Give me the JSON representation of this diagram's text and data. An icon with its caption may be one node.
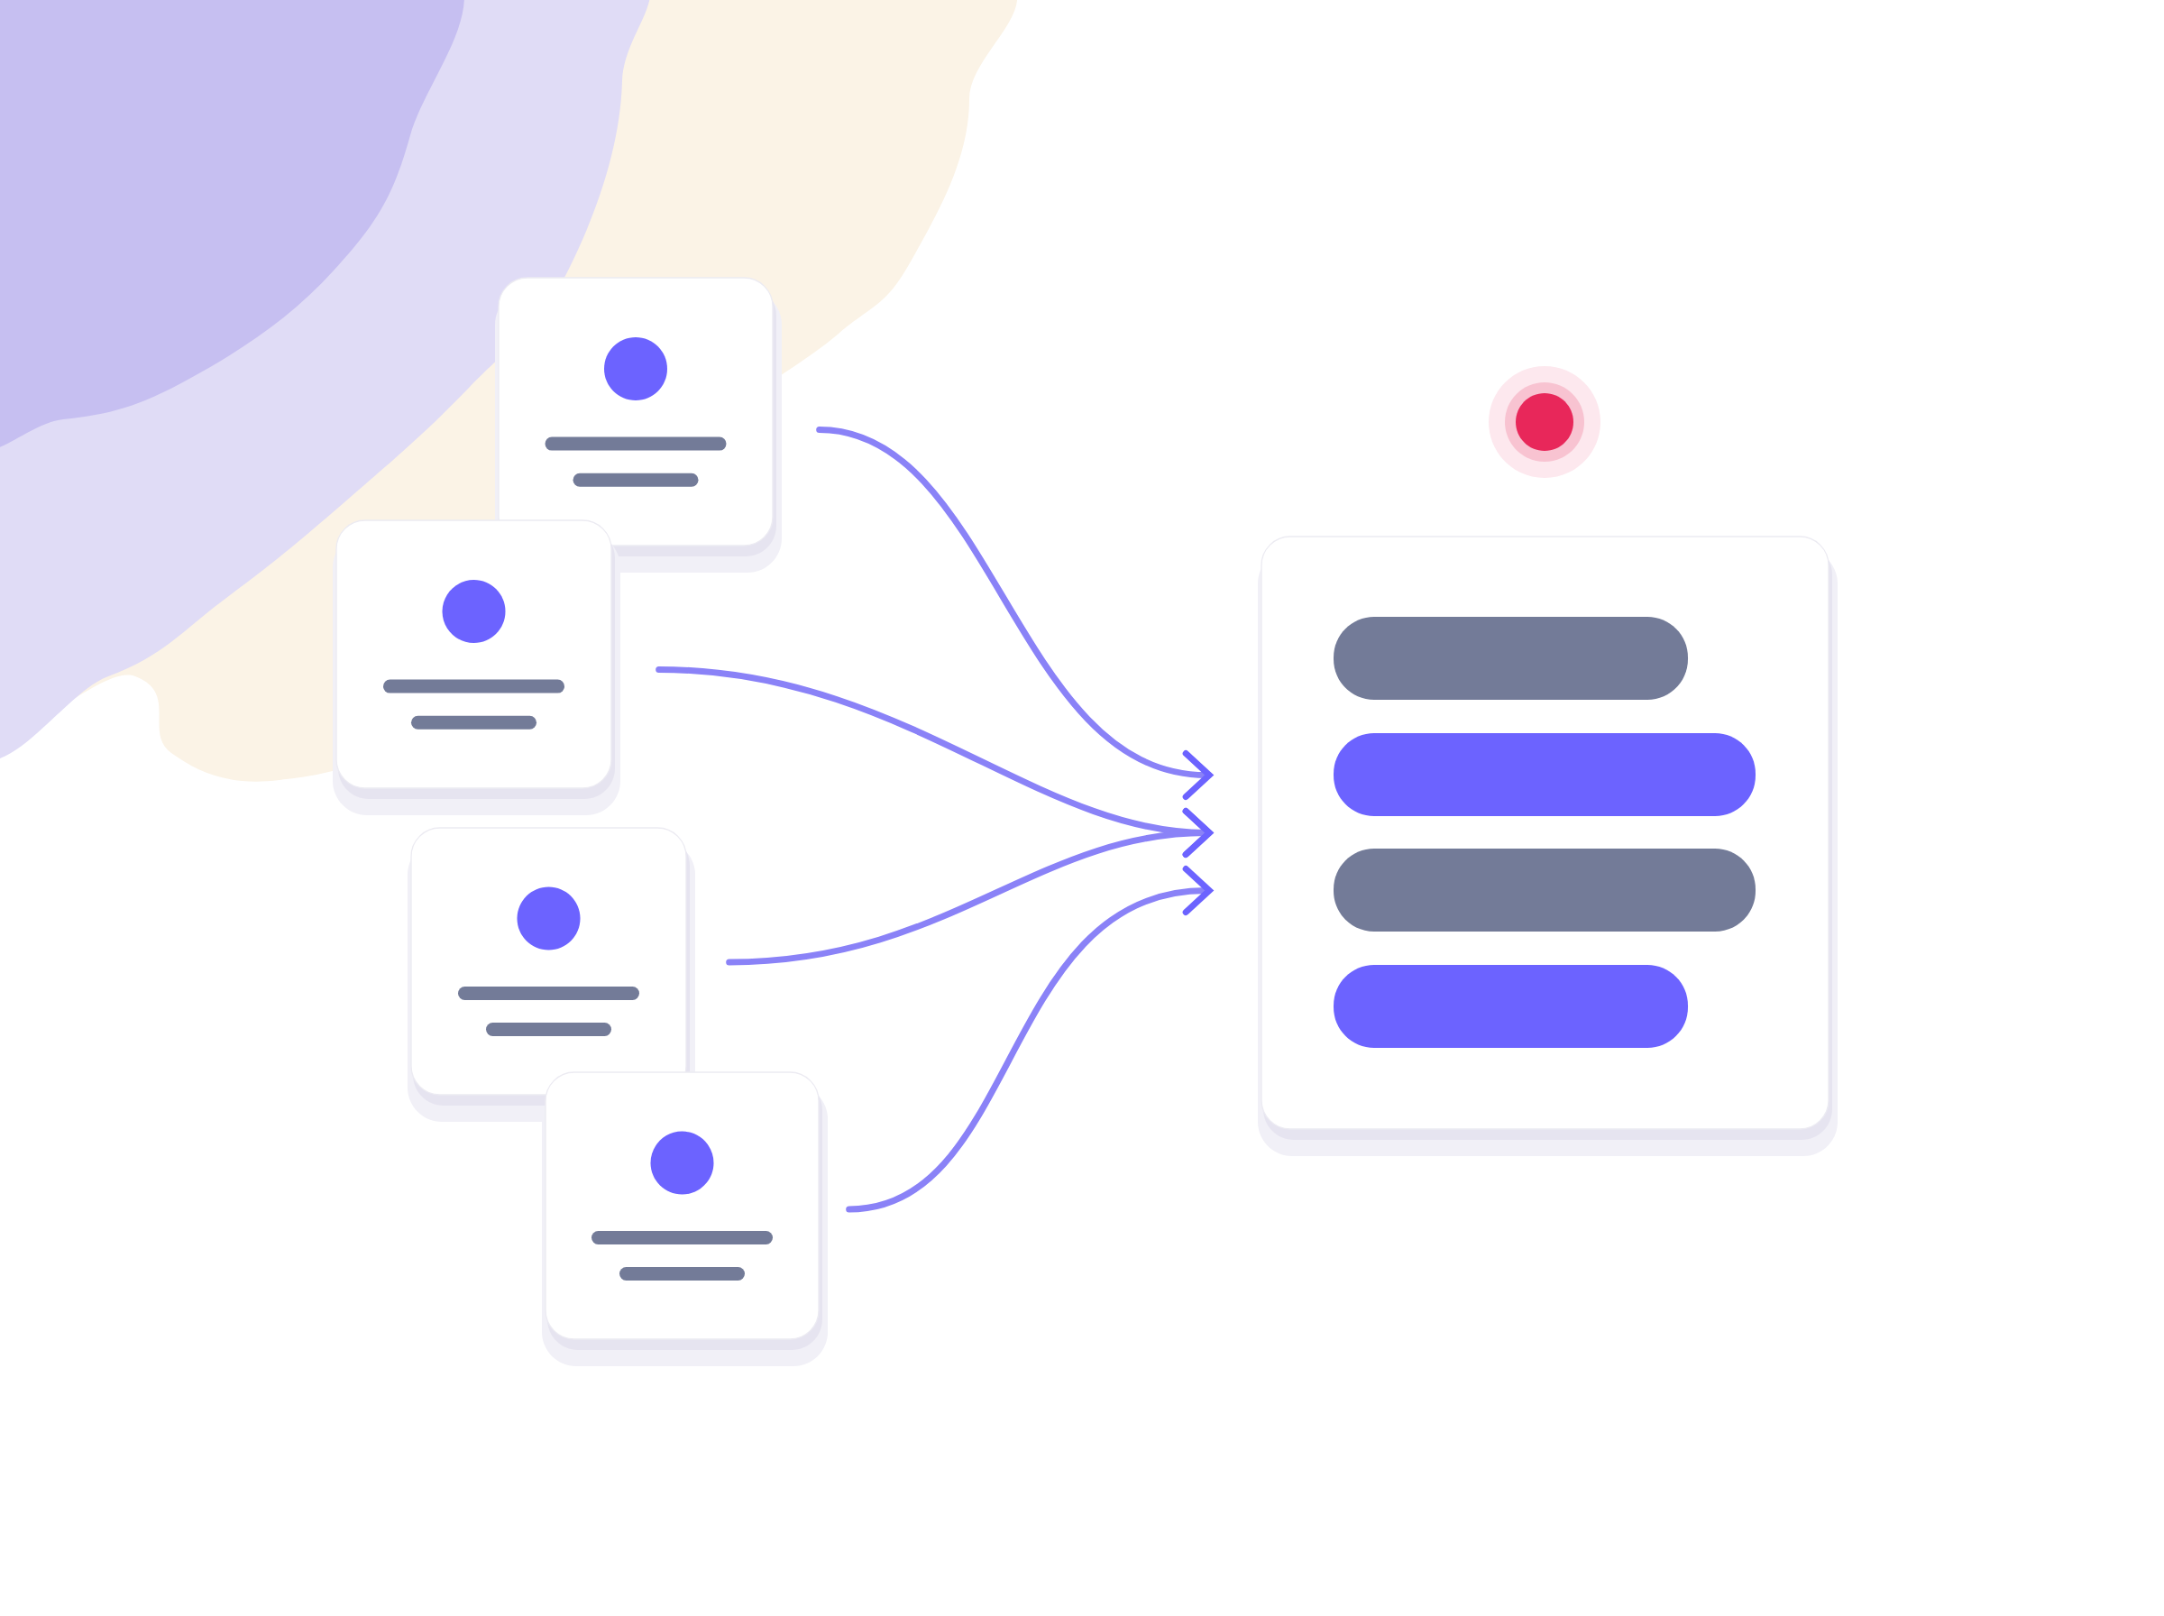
{
  "diagram": {
    "nodes": [
      {
        "text": [],
        "shape": "box"
      },
      {
        "text": [],
        "shape": "box"
      },
      {
        "text": [],
        "shape": "box"
      },
      {
        "text": [],
        "shape": "box"
      },
      {
        "text": [],
        "shape": "box"
      }
    ],
    "edges": [
      {
        "from": 0,
        "to": 4,
        "arrow": "to"
      },
      {
        "from": 1,
        "to": 4,
        "arrow": "to"
      },
      {
        "from": 2,
        "to": 4,
        "arrow": "to"
      },
      {
        "from": 3,
        "to": 4,
        "arrow": "to"
      }
    ]
  }
}
